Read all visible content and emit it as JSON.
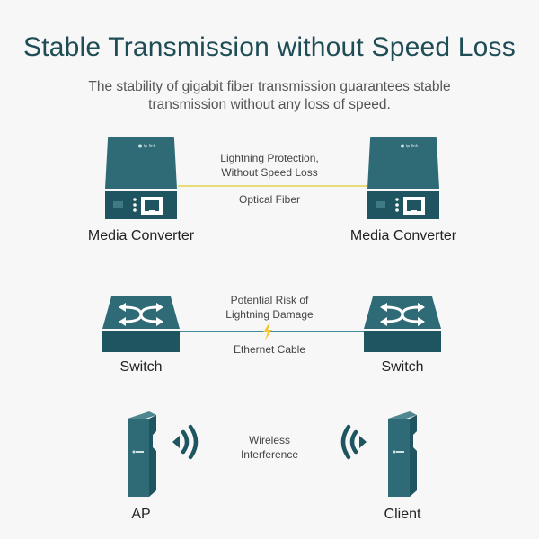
{
  "header": {
    "title": "Stable Transmission without Speed Loss",
    "subtitle": "The stability of gigabit fiber transmission guarantees stable transmission without any loss of speed."
  },
  "colors": {
    "device_teal": "#2f6b76",
    "device_dark": "#1f5560",
    "fiber_line": "#e6dd7a",
    "ethernet_line": "#3f8ea0",
    "lightning": "#f5c431",
    "title_color": "#1f4d55"
  },
  "rows": [
    {
      "left_device": {
        "label": "Media Converter",
        "icon": "media-converter-icon",
        "brand": "tp-link"
      },
      "right_device": {
        "label": "Media Converter",
        "icon": "media-converter-icon",
        "brand": "tp-link"
      },
      "top_caption": "Lightning Protection, Without Speed Loss",
      "top_caption_line1": "Lightning Protection,",
      "top_caption_line2": "Without Speed Loss",
      "bottom_caption": "Optical Fiber"
    },
    {
      "left_device": {
        "label": "Switch",
        "icon": "switch-icon"
      },
      "right_device": {
        "label": "Switch",
        "icon": "switch-icon"
      },
      "top_caption_line1": "Potential Risk of",
      "top_caption_line2": "Lightning Damage",
      "bottom_caption": "Ethernet Cable",
      "connector_icon": "lightning-bolt-icon"
    },
    {
      "left_device": {
        "label": "AP",
        "icon": "outdoor-cpe-icon",
        "brand": "tp-link"
      },
      "right_device": {
        "label": "Client",
        "icon": "outdoor-cpe-icon",
        "brand": "tp-link"
      },
      "caption_line1": "Wireless",
      "caption_line2": "Interference",
      "left_signal_icon": "wifi-signal-right-icon",
      "right_signal_icon": "wifi-signal-left-icon"
    }
  ]
}
